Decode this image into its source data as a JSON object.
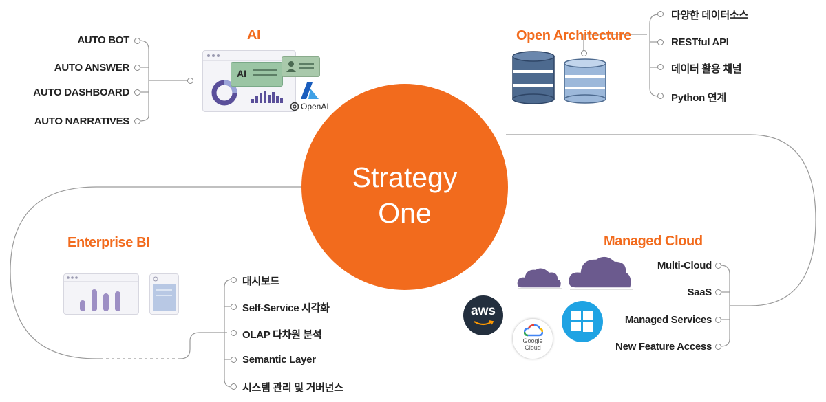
{
  "center": {
    "line1": "Strategy",
    "line2": "One"
  },
  "ai": {
    "title": "AI",
    "items": [
      "AUTO BOT",
      "AUTO ANSWER",
      "AUTO DASHBOARD",
      "AUTO NARRATIVES"
    ],
    "badge": "AI",
    "openai_label": "OpenAI"
  },
  "open_architecture": {
    "title": "Open Architecture",
    "items": [
      "다양한 데이터소스",
      "RESTful API",
      "데이터 활용 채널",
      "Python 연계"
    ]
  },
  "enterprise_bi": {
    "title": "Enterprise BI",
    "items": [
      "대시보드",
      "Self-Service 시각화",
      "OLAP 다차원 분석",
      "Semantic Layer",
      "시스템 관리 및 거버넌스"
    ]
  },
  "managed_cloud": {
    "title": "Managed Cloud",
    "items": [
      "Multi-Cloud",
      "SaaS",
      "Managed Services",
      "New Feature Access"
    ],
    "logos": {
      "aws": "aws",
      "google_line1": "Google",
      "google_line2": "Cloud"
    }
  },
  "colors": {
    "accent": "#f26b1d",
    "db_dark": "#4d6a8f",
    "db_light": "#9cb8da",
    "cloud": "#6b5a8e"
  }
}
